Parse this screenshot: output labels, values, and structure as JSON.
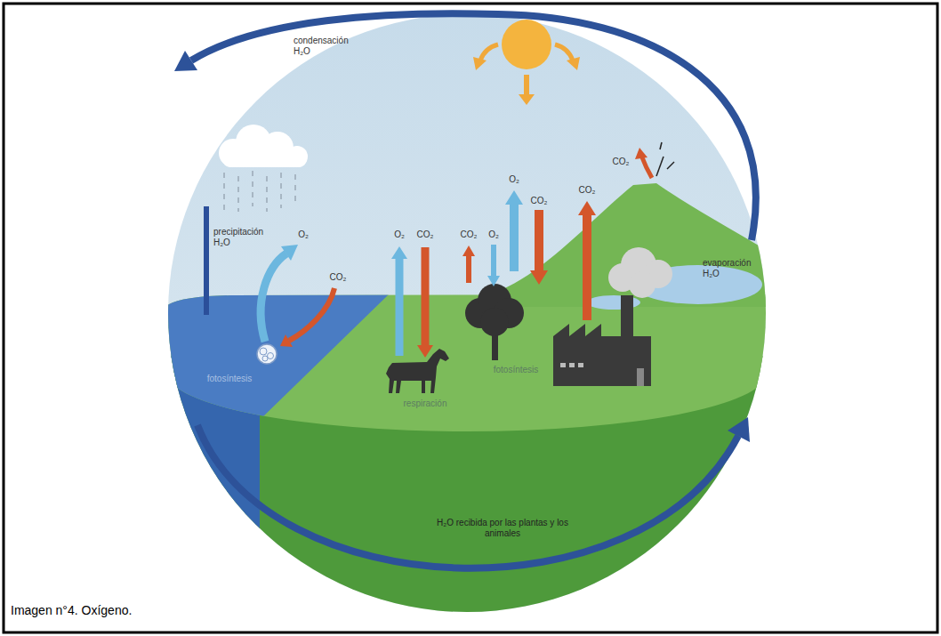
{
  "diagram": {
    "caption": "Imagen n°4. Oxígeno.",
    "labels": [
      "condensación H₂O",
      "CO₂",
      "O₂",
      "CO₂",
      "CO₂",
      "precipitación H₂O",
      "O₂",
      "O₂",
      "CO₂",
      "CO₂",
      "O₂",
      "evaporación H₂O",
      "CO₂",
      "fotosíntesis",
      "fotosíntesis",
      "respiración",
      "H₂O recibida por las plantas y los animales"
    ]
  }
}
